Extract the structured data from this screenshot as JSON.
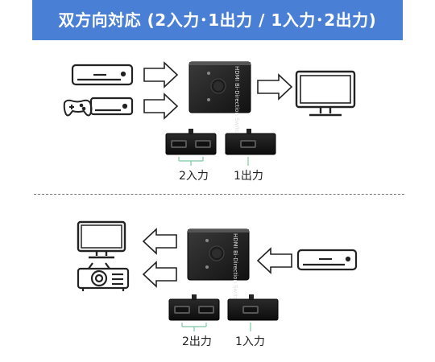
{
  "banner": {
    "title": "双方向対応 (2入力･1出力 / 1入力･2出力)",
    "color": "#4a7fd6"
  },
  "switch_label": "HDMI Bi-Direction Switch",
  "sections": [
    {
      "name": "top",
      "port_labels": [
        "2入力",
        "1出力"
      ]
    },
    {
      "name": "bottom",
      "port_labels": [
        "2出力",
        "1入力"
      ]
    }
  ],
  "icons": [
    "media-box-icon",
    "game-controller-icon",
    "monitor-icon",
    "projector-icon",
    "arrow-right-icon",
    "arrow-left-icon"
  ]
}
